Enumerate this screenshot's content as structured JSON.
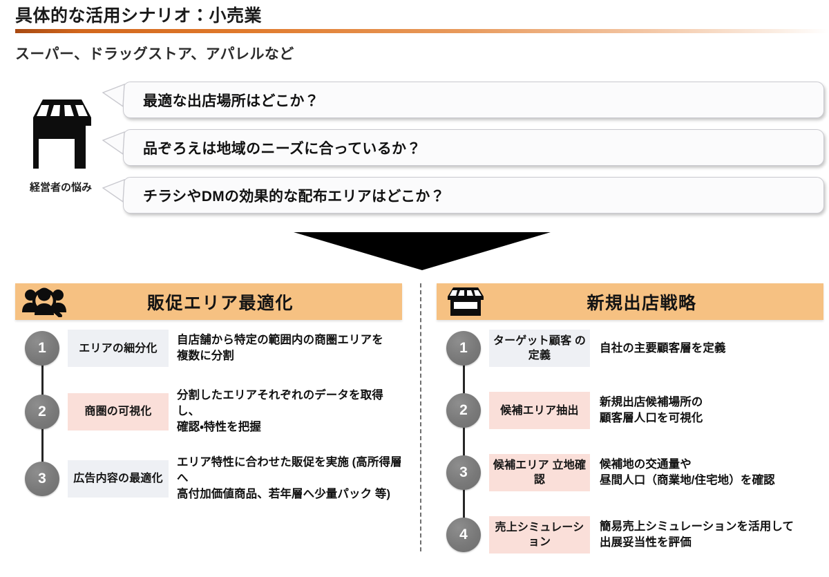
{
  "header": {
    "title": "具体的な活用シナリオ：小売業",
    "subtitle": "スーパー、ドラッグストア、アパレルなど",
    "rule_gradient_start": "#a84a12",
    "rule_gradient_end": "#ffffff"
  },
  "pain_points": {
    "caption": "経営者の悩み",
    "icon": "storefront-icon",
    "bubbles": [
      {
        "text": "最適な出店場所はどこか？"
      },
      {
        "text": "品ぞろえは地域のニーズに合っているか？"
      },
      {
        "text": "チラシやDMの効果的な配布エリアはどこか？"
      }
    ]
  },
  "arrow": {
    "icon": "down-arrow-icon",
    "color": "#000000"
  },
  "panels": [
    {
      "id": "sales-promotion-area-optimization",
      "icon": "people-search-icon",
      "title": "販促エリア最適化",
      "header_color": "#f6c182",
      "steps": [
        {
          "number": "1",
          "label": "エリアの細分化",
          "label_tone": "gray",
          "description": "自店舗から特定の範囲内の商圏エリアを\n複数に分割"
        },
        {
          "number": "2",
          "label": "商圏の可視化",
          "label_tone": "pink",
          "description": "分割したエリアそれぞれのデータを取得し、\n確認・特性を把握"
        },
        {
          "number": "3",
          "label": "広告内容の最適化",
          "label_tone": "gray",
          "description": "エリア特性に合わせた販促を実施 (高所得層へ\n高付加価値商品、若年層へ少量パック 等)"
        }
      ]
    },
    {
      "id": "new-store-opening-strategy",
      "icon": "storefront-icon",
      "title": "新規出店戦略",
      "header_color": "#f6c182",
      "steps": [
        {
          "number": "1",
          "label": "ターゲット顧客\nの定義",
          "label_tone": "gray",
          "description": "自社の主要顧客層を定義"
        },
        {
          "number": "2",
          "label": "候補エリア抽出",
          "label_tone": "pink",
          "description": "新規出店候補場所の\n顧客層人口を可視化"
        },
        {
          "number": "3",
          "label": "候補エリア\n立地確認",
          "label_tone": "pink",
          "description": "候補地の交通量や\n昼間人口（商業地/住宅地）を確認"
        },
        {
          "number": "4",
          "label": "売上シミュレーション",
          "label_tone": "pink",
          "description": "簡易売上シミュレーションを活用して\n出展妥当性を評価"
        }
      ]
    }
  ]
}
